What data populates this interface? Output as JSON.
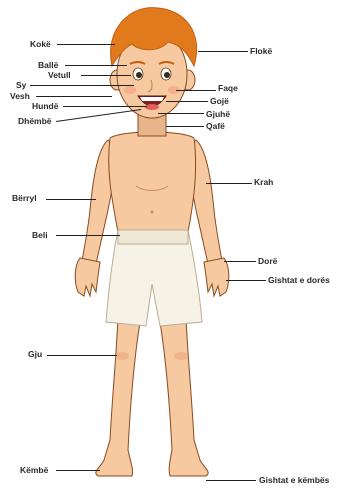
{
  "labels": {
    "koke": "Kokë",
    "balle": "Ballë",
    "vetull": "Vetull",
    "sy": "Sy",
    "vesh": "Vesh",
    "hunde": "Hundë",
    "dhembe": "Dhëmbë",
    "floke": "Flokë",
    "faqe": "Faqe",
    "goje": "Gojë",
    "gjuhe": "Gjuhë",
    "qafe": "Qafë",
    "krah": "Krah",
    "berryl": "Bërryl",
    "beli": "Beli",
    "dore": "Dorë",
    "gishtat_dores": "Gishtat e dorës",
    "gju": "Gju",
    "kembe": "Këmbë",
    "gishtat_kembes": "Gishtat e këmbës"
  },
  "colors": {
    "skin": "#f6c9a0",
    "skin_shade": "#e8a97c",
    "hair": "#e07a1c",
    "hair_dark": "#c45f10",
    "shorts": "#f7f2e6",
    "outline": "#8a4a20",
    "leader_line": "#222222"
  }
}
